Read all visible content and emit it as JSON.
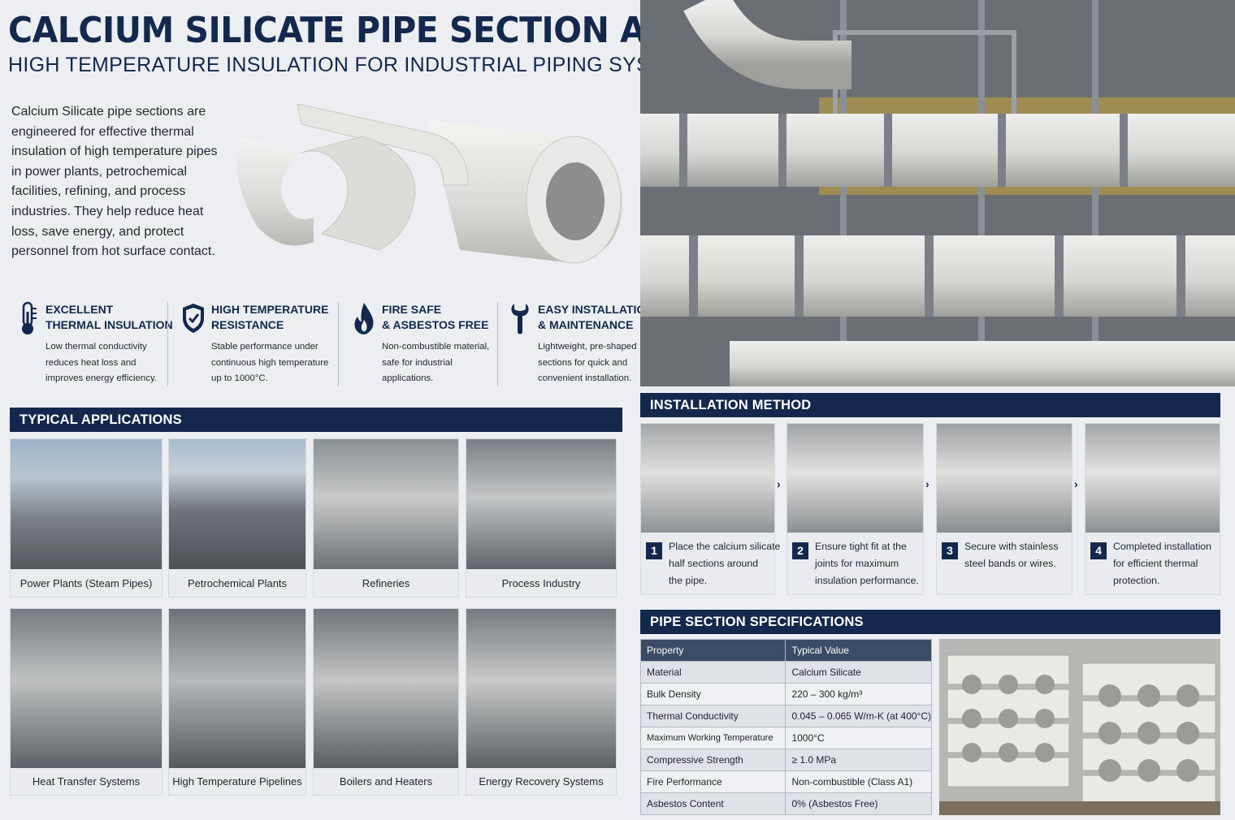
{
  "header": {
    "title": "CALCIUM SILICATE PIPE SECTION APPLICATION",
    "subtitle": "HIGH TEMPERATURE INSULATION FOR INDUSTRIAL PIPING SYSTEMS"
  },
  "intro": "Calcium Silicate pipe sections are engineered for effective thermal insulation of high temperature pipes in power plants, petrochemical facilities, refining, and process industries. They help reduce heat loss, save energy, and protect personnel from hot surface contact.",
  "features": [
    {
      "icon": "thermometer-icon",
      "title_1": "EXCELLENT",
      "title_2": "THERMAL INSULATION",
      "desc_1": "Low thermal conductivity",
      "desc_2": "reduces heat loss and",
      "desc_3": "improves energy efficiency."
    },
    {
      "icon": "shield-check-icon",
      "title_1": "HIGH TEMPERATURE",
      "title_2": "RESISTANCE",
      "desc_1": "Stable performance under",
      "desc_2": "continuous high temperature",
      "desc_3": "up to 1000°C."
    },
    {
      "icon": "flame-icon",
      "title_1": "FIRE SAFE",
      "title_2": "& ASBESTOS FREE",
      "desc_1": "Non-combustible material,",
      "desc_2": "safe for industrial",
      "desc_3": "applications."
    },
    {
      "icon": "wrench-icon",
      "title_1": "EASY INSTALLATION",
      "title_2": "& MAINTENANCE",
      "desc_1": "Lightweight, pre-shaped",
      "desc_2": "sections for quick and",
      "desc_3": "convenient installation."
    }
  ],
  "applications": {
    "heading": "TYPICAL APPLICATIONS",
    "items": [
      "Power Plants (Steam Pipes)",
      "Petrochemical Plants",
      "Refineries",
      "Process Industry",
      "Heat Transfer Systems",
      "High Temperature Pipelines",
      "Boilers and Heaters",
      "Energy Recovery Systems"
    ]
  },
  "installation": {
    "heading": "INSTALLATION METHOD",
    "steps": [
      {
        "num": "1",
        "l1": "Place the calcium silicate",
        "l2": "half sections around",
        "l3": "the pipe."
      },
      {
        "num": "2",
        "l1": "Ensure tight fit at the",
        "l2": "joints for maximum",
        "l3": "insulation performance."
      },
      {
        "num": "3",
        "l1": "Secure with stainless",
        "l2": "steel bands or wires.",
        "l3": ""
      },
      {
        "num": "4",
        "l1": "Completed installation",
        "l2": "for efficient thermal",
        "l3": "protection."
      }
    ]
  },
  "specs": {
    "heading": "PIPE SECTION SPECIFICATIONS",
    "col_property": "Property",
    "col_value": "Typical Value",
    "rows": [
      {
        "property": "Material",
        "value": "Calcium Silicate"
      },
      {
        "property": "Bulk Density",
        "value": "220 – 300 kg/m³"
      },
      {
        "property": "Thermal Conductivity",
        "value": "0.045 – 0.065 W/m-K (at 400°C)"
      },
      {
        "property": "Maximum Working Temperature",
        "value": "1000°C"
      },
      {
        "property": "Compressive Strength",
        "value": "≥ 1.0 MPa"
      },
      {
        "property": "Fire Performance",
        "value": "Non-combustible (Class A1)"
      },
      {
        "property": "Asbestos Content",
        "value": "0% (Asbestos Free)"
      }
    ]
  },
  "colors": {
    "navy": "#13284c",
    "table_header": "#3b4c66",
    "background": "#eceef1"
  }
}
